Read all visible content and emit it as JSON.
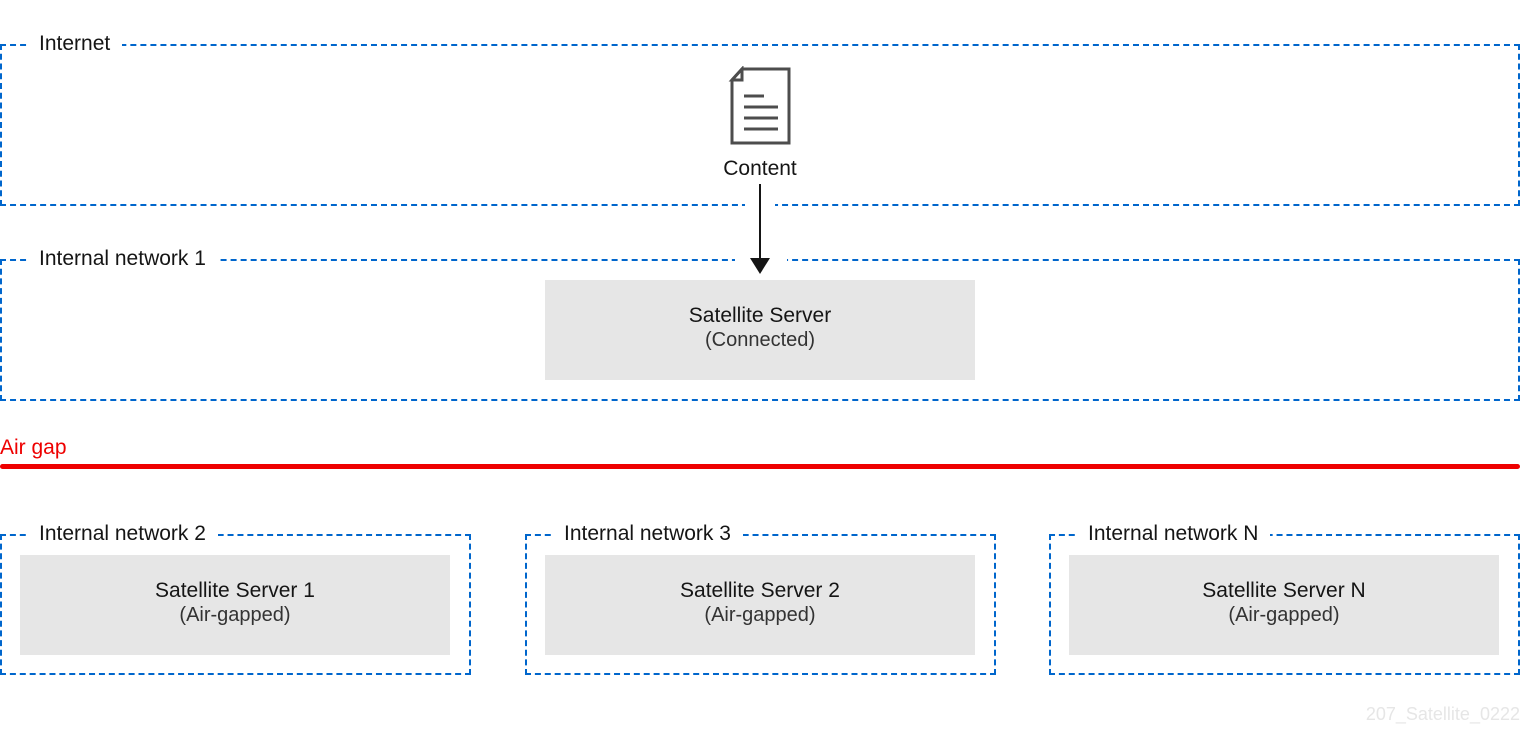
{
  "zones": {
    "internet": {
      "label": "Internet"
    },
    "internal1": {
      "label": "Internal network 1"
    },
    "internal2": {
      "label": "Internal network 2"
    },
    "internal3": {
      "label": "Internal network 3"
    },
    "internalN": {
      "label": "Internal network N"
    }
  },
  "content": {
    "label": "Content",
    "icon": "document-icon"
  },
  "connected_server": {
    "name": "Satellite Server",
    "status": "(Connected)"
  },
  "air_gap": {
    "label": "Air gap",
    "color": "#ee0000"
  },
  "servers": [
    {
      "name": "Satellite Server 1",
      "status": "(Air-gapped)"
    },
    {
      "name": "Satellite Server 2",
      "status": "(Air-gapped)"
    },
    {
      "name": "Satellite Server N",
      "status": "(Air-gapped)"
    }
  ],
  "watermark": "207_Satellite_0222",
  "colors": {
    "zone_border": "#0066cc",
    "server_fill": "#e6e6e6",
    "arrow": "#151515"
  }
}
